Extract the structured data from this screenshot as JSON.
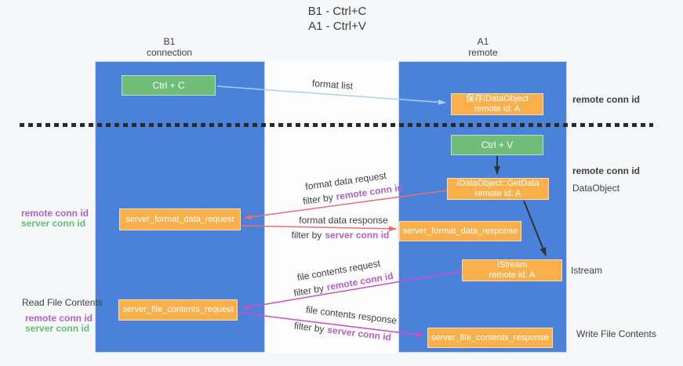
{
  "title": {
    "line1": "B1 - Ctrl+C",
    "line2": "A1 - Ctrl+V"
  },
  "columns": {
    "left": {
      "name": "B1",
      "role": "connection"
    },
    "right": {
      "name": "A1",
      "role": "remote"
    }
  },
  "nodes": {
    "ctrl_c": {
      "label": "Ctrl + C"
    },
    "ctrl_v": {
      "label": "Ctrl + V"
    },
    "save_idataobject": {
      "line1": "保存IDataObject",
      "line2": "remote id: A"
    },
    "getdata": {
      "line1": "IDataObject::GetData",
      "line2": "remote id: A"
    },
    "istream": {
      "line1": "IStream",
      "line2": "remote id: A"
    },
    "format_request": {
      "label": "server_format_data_request"
    },
    "format_response": {
      "label": "server_format_data_response"
    },
    "file_request": {
      "label": "server_file_contents_request"
    },
    "file_response": {
      "label": "server_file_contents_response"
    }
  },
  "edges": {
    "format_list": "format list",
    "format_data_request": "format data request",
    "format_data_response": "format data response",
    "file_contents_request": "file contents request",
    "file_contents_response": "file contents response"
  },
  "terms": {
    "filter_by": "filter by",
    "remote_conn_id": "remote conn id",
    "server_conn_id": "server conn id"
  },
  "side_labels": {
    "right_remote_conn_top": "remote conn id",
    "right_remote_conn_mid": "remote conn id",
    "dataobject": "DataObject",
    "istream": "Istream",
    "write_file_contents": "Write File Contents",
    "read_file_contents": "Read File Contents",
    "left_remote_conn": "remote conn id",
    "left_server_conn": "server conn id"
  },
  "colors": {
    "column_blue": "#4a81d9",
    "box_green": "#6fbd79",
    "box_orange": "#f9b04b",
    "arrow_light_blue": "#a5d3f3",
    "arrow_red": "#ee6b6e",
    "arrow_magenta": "#cc4ec6",
    "arrow_black": "#333333",
    "label_purple": "#b161c9",
    "label_green": "#67bd74"
  }
}
